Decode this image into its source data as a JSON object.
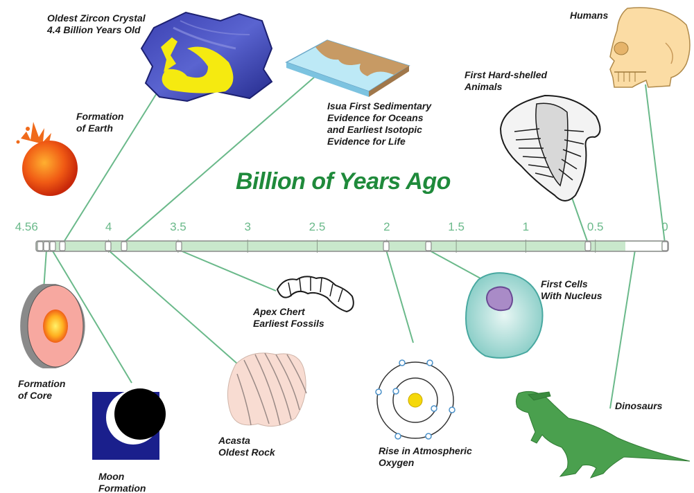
{
  "title": "Billion of Years Ago",
  "axis": {
    "ticks": [
      {
        "label": "4.56",
        "value": 4.56
      },
      {
        "label": "4",
        "value": 4
      },
      {
        "label": "3.5",
        "value": 3.5
      },
      {
        "label": "3",
        "value": 3
      },
      {
        "label": "2.5",
        "value": 2.5
      },
      {
        "label": "2",
        "value": 2
      },
      {
        "label": "1.5",
        "value": 1.5
      },
      {
        "label": "1",
        "value": 1
      },
      {
        "label": "0.5",
        "value": 0.5
      },
      {
        "label": "0",
        "value": 0
      }
    ]
  },
  "events": {
    "zircon": "Oldest Zircon Crystal\n4.4 Billion Years Old",
    "earth": "Formation\nof Earth",
    "isua": "Isua First Sedimentary\nEvidence for Oceans\nand Earliest Isotopic\nEvidence for Life",
    "hard_shelled": "First Hard-shelled\nAnimals",
    "humans": "Humans",
    "core": "Formation\nof Core",
    "moon": "Moon\nFormation",
    "apex": "Apex Chert\nEarliest Fossils",
    "acasta": "Acasta\nOldest Rock",
    "oxygen": "Rise in Atmospheric\nOxygen",
    "cells": "First Cells\nWith Nucleus",
    "dinosaurs": "Dinosaurs"
  },
  "colors": {
    "bar": "#c9e8cc",
    "line": "#6ab98a",
    "title": "#1f8a3b"
  }
}
